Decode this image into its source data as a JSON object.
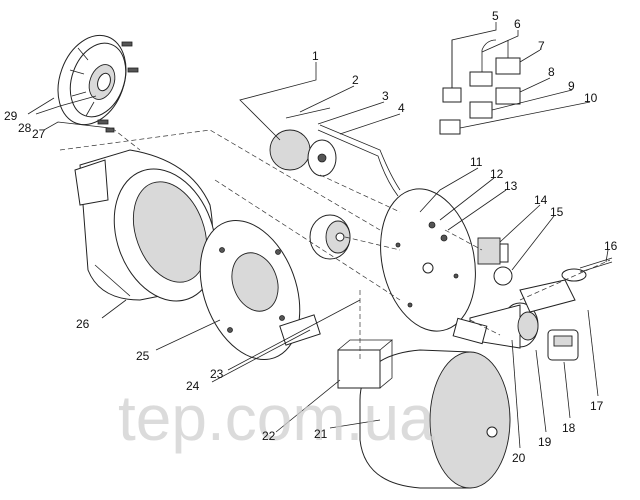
{
  "diagram": {
    "watermark": "tep.com.ua",
    "parts": [
      {
        "number": "1"
      },
      {
        "number": "2"
      },
      {
        "number": "3"
      },
      {
        "number": "4"
      },
      {
        "number": "5"
      },
      {
        "number": "6"
      },
      {
        "number": "7"
      },
      {
        "number": "8"
      },
      {
        "number": "9"
      },
      {
        "number": "10"
      },
      {
        "number": "11"
      },
      {
        "number": "12"
      },
      {
        "number": "13"
      },
      {
        "number": "14"
      },
      {
        "number": "15"
      },
      {
        "number": "16"
      },
      {
        "number": "17"
      },
      {
        "number": "18"
      },
      {
        "number": "19"
      },
      {
        "number": "20"
      },
      {
        "number": "21"
      },
      {
        "number": "22"
      },
      {
        "number": "23"
      },
      {
        "number": "24"
      },
      {
        "number": "25"
      },
      {
        "number": "26"
      },
      {
        "number": "27"
      },
      {
        "number": "28"
      },
      {
        "number": "29"
      }
    ]
  }
}
